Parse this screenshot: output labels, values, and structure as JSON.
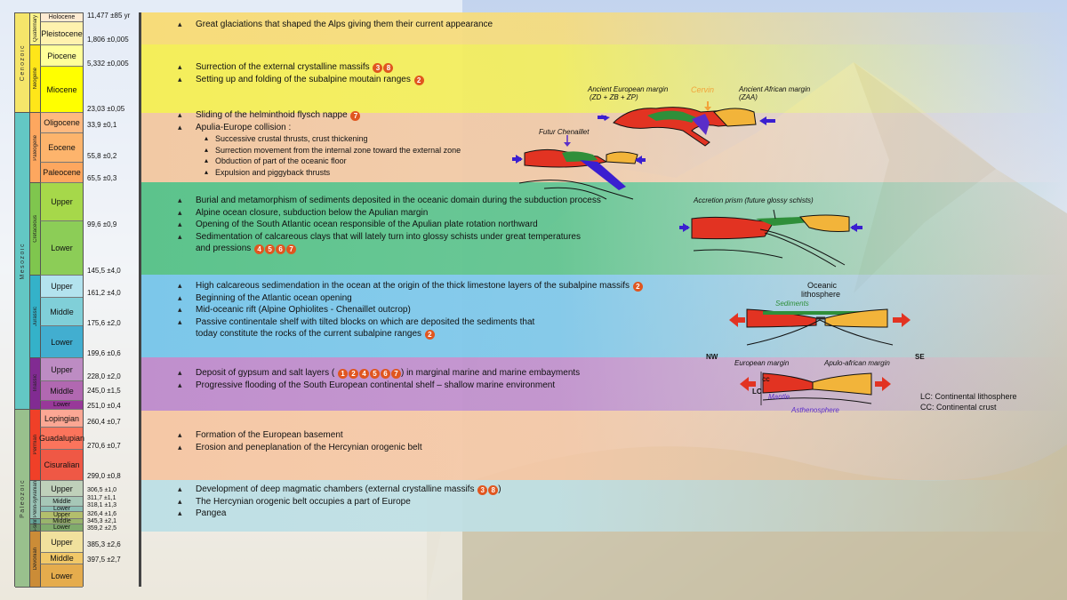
{
  "timescale": {
    "eras": [
      {
        "id": "cenozoic",
        "label": "Cenozoic",
        "color": "#f5e56a"
      },
      {
        "id": "mesozoic",
        "label": "Mesozoic",
        "color": "#63c7c4"
      },
      {
        "id": "paleozoic",
        "label": "Paleozoic",
        "color": "#99c08d"
      }
    ],
    "periods": [
      {
        "id": "quaternary",
        "label": "Quaternary",
        "color": "#fdf38a"
      },
      {
        "id": "neogene",
        "label": "Neogene",
        "color": "#ffe619"
      },
      {
        "id": "paleogene",
        "label": "Paleogene",
        "color": "#fda75f"
      },
      {
        "id": "cretaceous",
        "label": "Cretaceous",
        "color": "#7fc64e"
      },
      {
        "id": "jurassic",
        "label": "Jurassic",
        "color": "#34b2c9"
      },
      {
        "id": "triassic",
        "label": "Triassic",
        "color": "#812b92"
      },
      {
        "id": "permian",
        "label": "Permian",
        "color": "#f04028"
      },
      {
        "id": "pennsylvanian",
        "label": "Penn-sylvanian",
        "color": "#99c2b5"
      },
      {
        "id": "carboniferous",
        "label": "Carboniferous",
        "color": "#67a599"
      },
      {
        "id": "mississippian",
        "label": "Missis-sippian",
        "color": "#678f66"
      },
      {
        "id": "devonian",
        "label": "Devonian",
        "color": "#cb8c37"
      }
    ],
    "epochs": [
      {
        "id": "holocene",
        "label": "Holocene",
        "color": "#feebd2"
      },
      {
        "id": "pleistocene",
        "label": "Pleistocene",
        "color": "#fff2ae"
      },
      {
        "id": "piocene",
        "label": "Piocene",
        "color": "#ffff99"
      },
      {
        "id": "miocene",
        "label": "Miocene",
        "color": "#ffff00"
      },
      {
        "id": "oligocene",
        "label": "Oligocene",
        "color": "#feb97f"
      },
      {
        "id": "eocene",
        "label": "Eocene",
        "color": "#fdb46c"
      },
      {
        "id": "paleocene",
        "label": "Paleocene",
        "color": "#fda75f"
      },
      {
        "id": "cret-upper",
        "label": "Upper",
        "color": "#a6d84a"
      },
      {
        "id": "cret-lower",
        "label": "Lower",
        "color": "#8ccd57"
      },
      {
        "id": "jur-upper",
        "label": "Upper",
        "color": "#b3e3ee"
      },
      {
        "id": "jur-middle",
        "label": "Middle",
        "color": "#80cfd8"
      },
      {
        "id": "jur-lower",
        "label": "Lower",
        "color": "#42aed0"
      },
      {
        "id": "tri-upper",
        "label": "Upper",
        "color": "#bd8cc3"
      },
      {
        "id": "tri-middle",
        "label": "Middle",
        "color": "#b168b1"
      },
      {
        "id": "tri-lower",
        "label": "Lower",
        "color": "#983999"
      },
      {
        "id": "lopingian",
        "label": "Lopingian",
        "color": "#fba794"
      },
      {
        "id": "guadalupian",
        "label": "Guadalupian",
        "color": "#fb745c"
      },
      {
        "id": "cisuralian",
        "label": "Cisuralian",
        "color": "#ef5845"
      },
      {
        "id": "penn-upper",
        "label": "Upper",
        "color": "#bfd0ba"
      },
      {
        "id": "penn-middle",
        "label": "Middle",
        "color": "#a6c7b7"
      },
      {
        "id": "penn-lower",
        "label": "Lower",
        "color": "#8cbeb4"
      },
      {
        "id": "miss-upper",
        "label": "Upper",
        "color": "#b3be6c"
      },
      {
        "id": "miss-middle",
        "label": "Middle",
        "color": "#99b46c"
      },
      {
        "id": "miss-lower",
        "label": "Lower",
        "color": "#80ab6c"
      },
      {
        "id": "dev-upper",
        "label": "Upper",
        "color": "#f1e19d"
      },
      {
        "id": "dev-middle",
        "label": "Middle",
        "color": "#f1c868"
      },
      {
        "id": "dev-lower",
        "label": "Lower",
        "color": "#e5ac4d"
      }
    ],
    "ages": [
      "11,477 ±85 yr",
      "1,806 ±0,005",
      "5,332 ±0,005",
      "23,03 ±0,05",
      "33,9 ±0,1",
      "55,8 ±0,2",
      "65,5 ±0,3",
      "99,6 ±0,9",
      "145,5 ±4,0",
      "161,2 ±4,0",
      "175,6 ±2,0",
      "199,6 ±0,6",
      "228,0 ±2,0",
      "245,0 ±1,5",
      "251,0 ±0,4",
      "260,4 ±0,7",
      "270,6 ±0,7",
      "299,0 ±0,8",
      "306,5 ±1,0",
      "311,7 ±1,1",
      "318,1 ±1,3",
      "326,4 ±1,6",
      "345,3 ±2,1",
      "359,2 ±2,5",
      "385,3 ±2,6",
      "397,5 ±2,7"
    ]
  },
  "bands": [
    {
      "id": "quaternary",
      "color": "#f7dc7a",
      "items": [
        "Great glaciations that shaped the Alps giving them their current appearance"
      ]
    },
    {
      "id": "neogene",
      "color": "#f4ee5a",
      "items": [
        "Surrection of the external crystalline massifs",
        "Setting up and folding of the subalpine moutain ranges"
      ],
      "nums": [
        [
          "3",
          "8"
        ],
        [
          "2"
        ]
      ]
    },
    {
      "id": "paleogene",
      "color": "#f2c9a4",
      "items": [
        "Sliding of the helminthoid flysch nappe",
        "Apulia-Europe collision :"
      ],
      "nums": [
        [
          "7"
        ],
        []
      ],
      "subitems": [
        "Successive crustal thrusts, crust thickening",
        "Surrection movement from the internal zone toward the external zone",
        "Obduction of part of the oceanic floor",
        "Expulsion and piggyback thrusts"
      ]
    },
    {
      "id": "cretaceous",
      "color": "#5cc38c",
      "items": [
        "Burial and metamorphism of sediments deposited in the oceanic domain during the subduction process",
        "Alpine ocean closure, subduction below the Apulian margin",
        "Opening of the South Atlantic ocean responsible of the Apulian plate rotation northward",
        "Sedimentation of calcareous clays that will lately turn into glossy schists under great temperatures"
      ],
      "cont": "and pressions",
      "cont_nums": [
        "4",
        "5",
        "6",
        "7"
      ]
    },
    {
      "id": "jurassic",
      "color": "#7cc7ea",
      "items": [
        "High calcareous sedimendation in the ocean at the origin of the thick limestone layers of the subalpine massifs",
        "Beginning of the Atlantic ocean opening",
        "Mid-oceanic rift (Alpine Ophiolites -  Chenaillet outcrop)",
        "Passive continentale shelf with tilted blocks on which are deposited the sediments that"
      ],
      "nums": [
        [
          "2"
        ],
        [],
        [],
        []
      ],
      "cont": "today constitute the rocks of the current subalpine ranges",
      "cont_nums": [
        "2"
      ]
    },
    {
      "id": "triassic",
      "color": "#c08fcd",
      "items": [
        "Deposit of gypsum and salt layers (",
        "Progressive flooding of the South European continental shelf – shallow marine environment"
      ],
      "nums": [
        [
          "1",
          "2",
          "4",
          "5",
          "6",
          "7"
        ],
        []
      ],
      "after": [
        ") in marginal marine and marine embayments",
        ""
      ]
    },
    {
      "id": "permian",
      "color": "#f5c8a6",
      "items": [
        "Formation of the European basement",
        "Erosion and peneplanation of the Hercynian orogenic belt"
      ]
    },
    {
      "id": "carboniferous",
      "color": "#bfe0e5",
      "items": [
        "Development of deep magmatic chambers (external crystalline massifs",
        "The Hercynian orogenic belt occupies a part of Europe",
        "Pangea"
      ],
      "nums": [
        [
          "3",
          "8"
        ],
        [],
        []
      ],
      "after": [
        ")",
        "",
        ""
      ]
    }
  ],
  "diagrams": {
    "neogene": {
      "european_margin": "Ancient European margin",
      "european_sub": "(ZD + ZB + ZP)",
      "cervin": "Cervin",
      "african_margin": "Ancient African margin",
      "african_sub": "(ZAA)"
    },
    "paleogene": {
      "futur": "Futur Chenaillet"
    },
    "cretaceous": {
      "prism": "Accretion prism (future glossy schists)"
    },
    "jurassic": {
      "oceanic": "Oceanic",
      "lithosphere": "lithosphere",
      "sediments": "Sediments"
    },
    "triassic": {
      "nw": "NW",
      "se": "SE",
      "euro": "European margin",
      "apulo": "Apulo-african margin",
      "cc": "CC",
      "lc": "LC",
      "mantle": "Mantle",
      "astheno": "Asthenosphere",
      "legend_lc": "LC: Continental lithosphere",
      "legend_cc": "CC: Continental crust"
    }
  }
}
